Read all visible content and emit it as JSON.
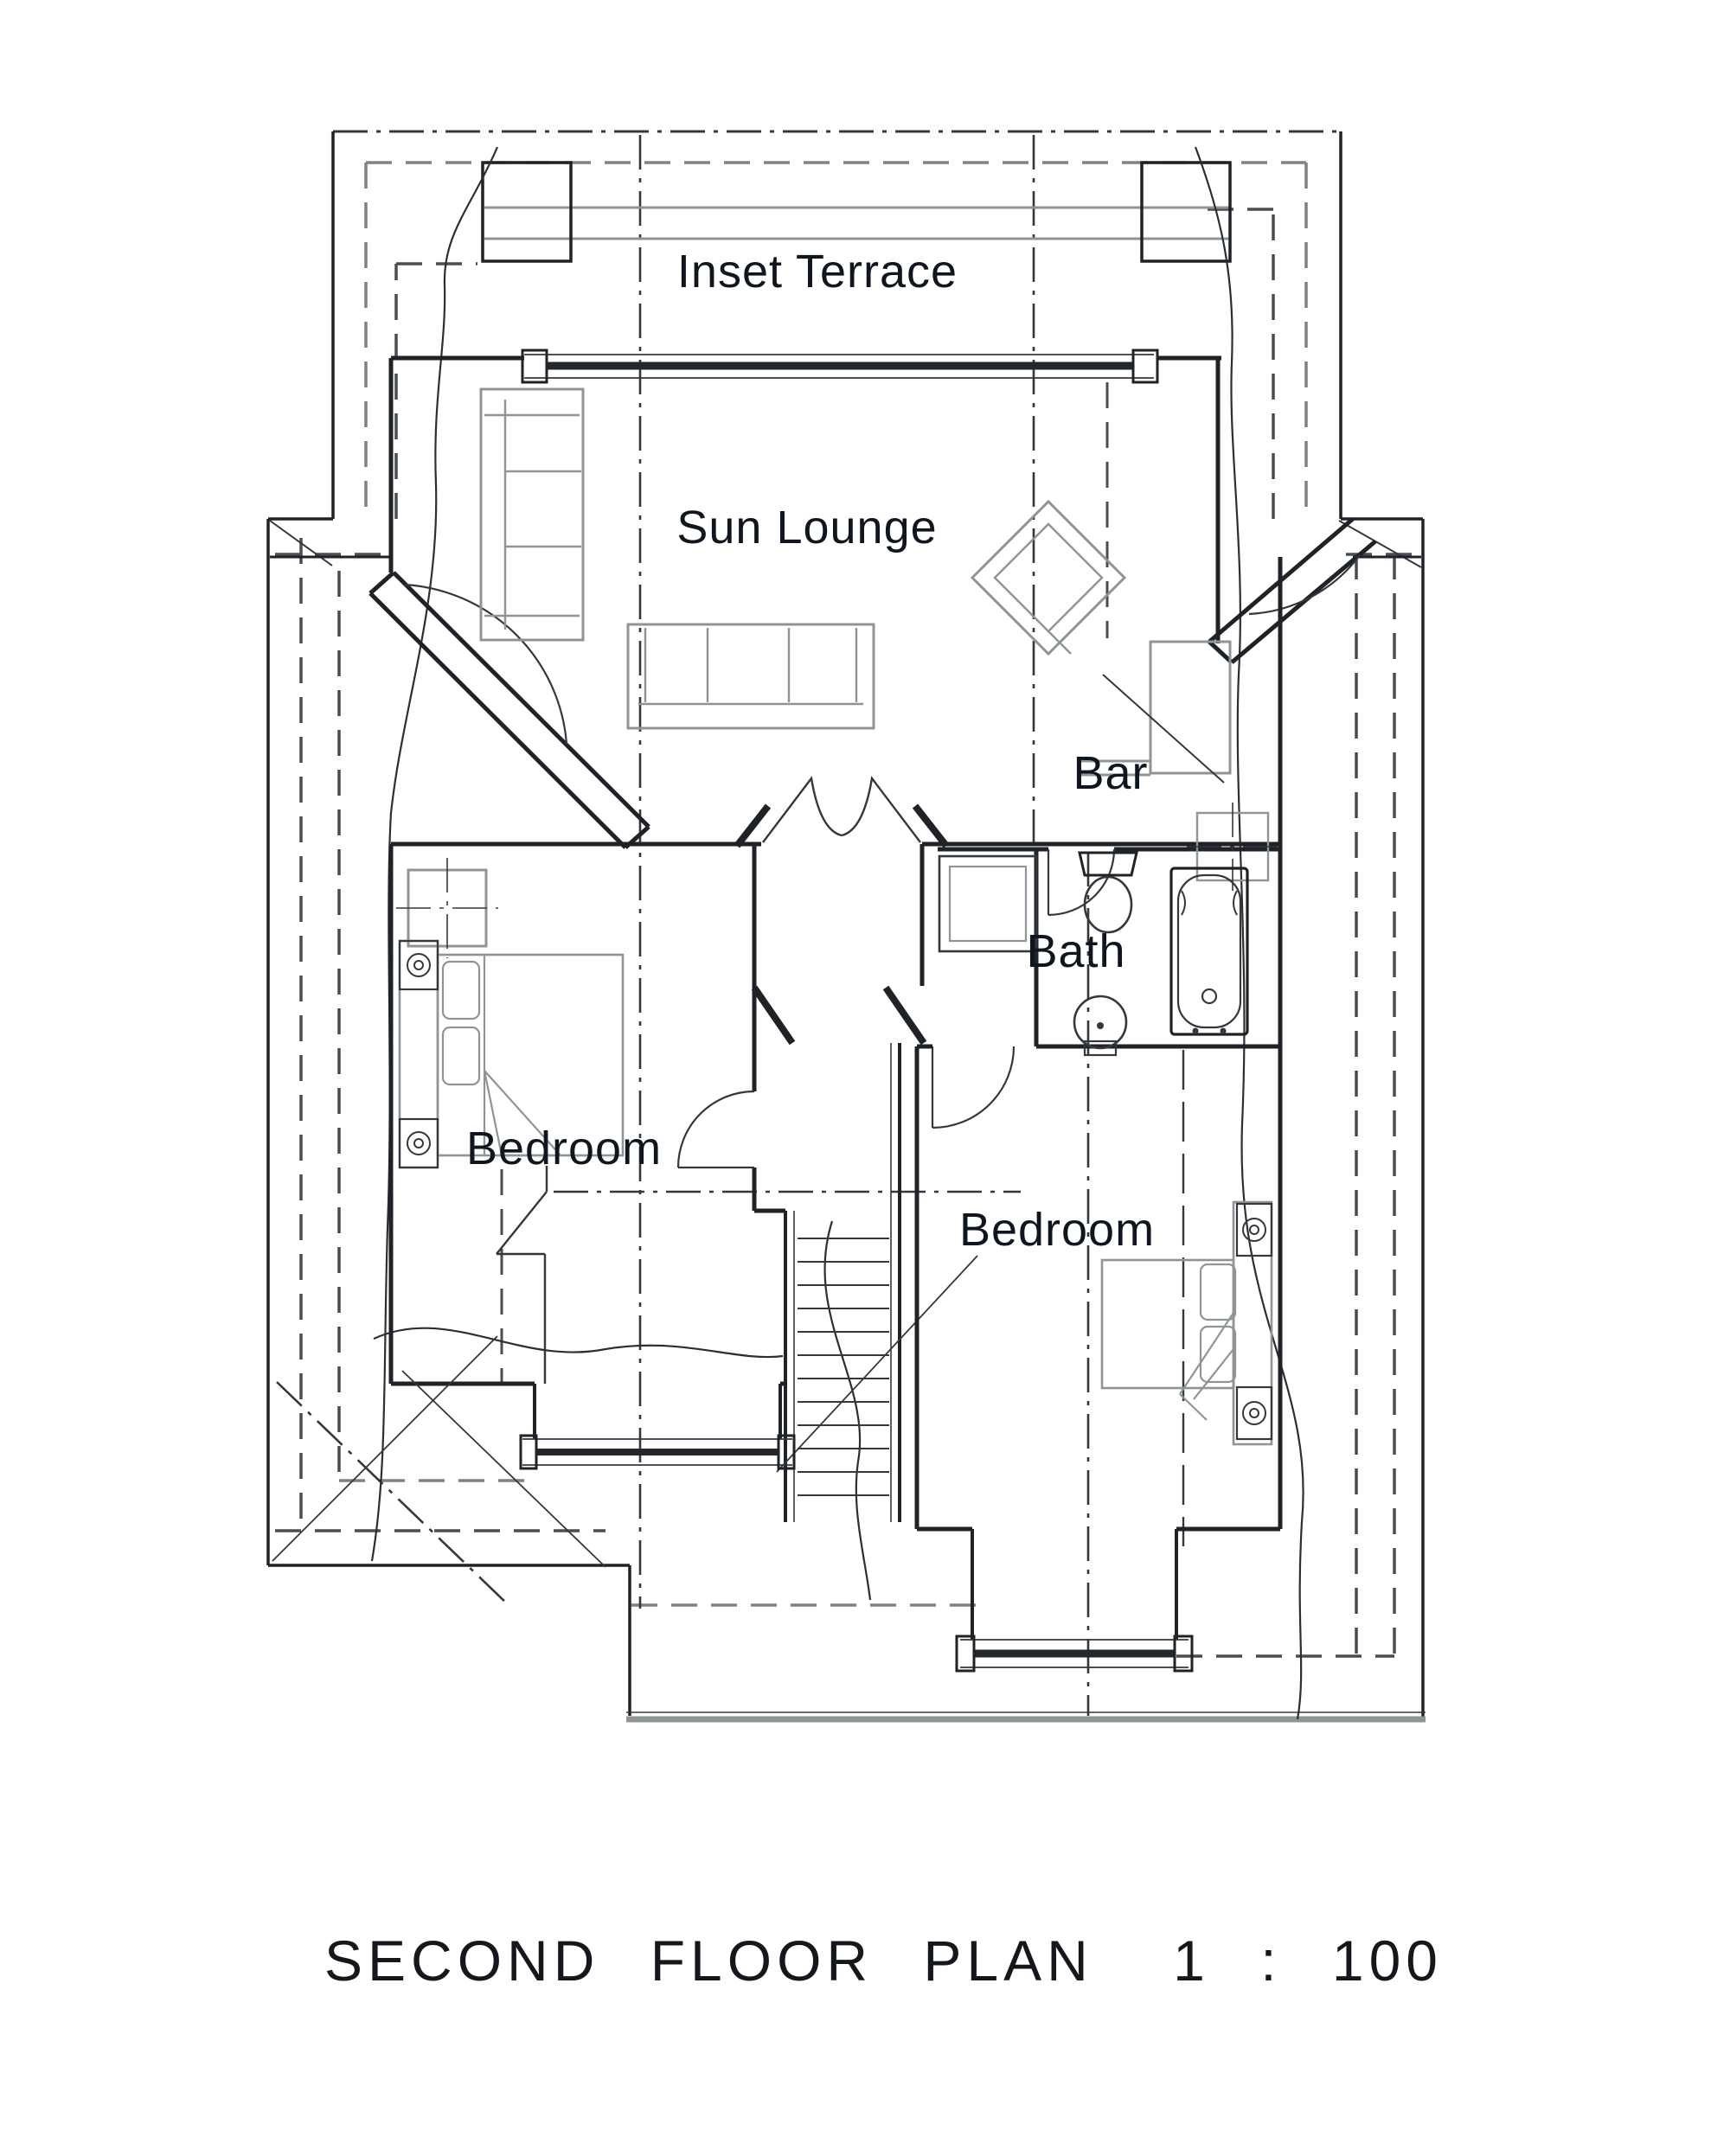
{
  "document": {
    "kind": "architectural-floor-plan",
    "title": "SECOND FLOOR PLAN",
    "scale": "1 : 100",
    "background_color": "#ffffff",
    "ink_color": "#1f2226",
    "furniture_color": "#8f9497",
    "label_color": "#10161f"
  },
  "rooms": [
    {
      "id": "inset-terrace",
      "label": "Inset Terrace"
    },
    {
      "id": "sun-lounge",
      "label": "Sun Lounge"
    },
    {
      "id": "bar",
      "label": "Bar"
    },
    {
      "id": "bath",
      "label": "Bath"
    },
    {
      "id": "bedroom-left",
      "label": "Bedroom"
    },
    {
      "id": "bedroom-right",
      "label": "Bedroom"
    }
  ],
  "symbols": [
    "three-seat-sofa",
    "three-seat-sofa",
    "armchair",
    "bar-counter",
    "shower-cubicle",
    "toilet",
    "wash-basin",
    "bathtub",
    "double-bed",
    "double-bed",
    "bedside-table",
    "staircase",
    "double-doors",
    "door-swing",
    "window",
    "break-line",
    "centerline",
    "roof-overhang-dashed-line"
  ]
}
